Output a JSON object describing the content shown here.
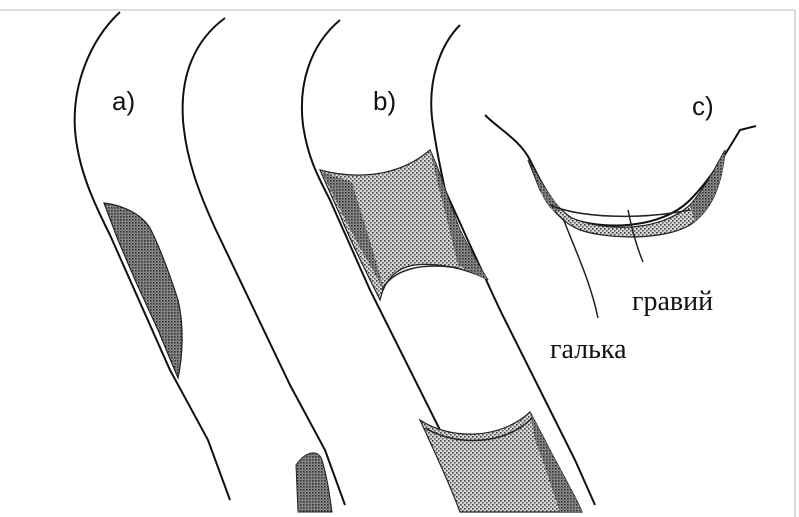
{
  "figure": {
    "panel_labels": {
      "a": "a)",
      "b": "b)",
      "c": "c)"
    },
    "annotations": {
      "gravel": "гравий",
      "pebble": "галька"
    },
    "colors": {
      "line": "#111111",
      "deposit_fill": "#9a9a9a",
      "background": "#ffffff"
    }
  }
}
